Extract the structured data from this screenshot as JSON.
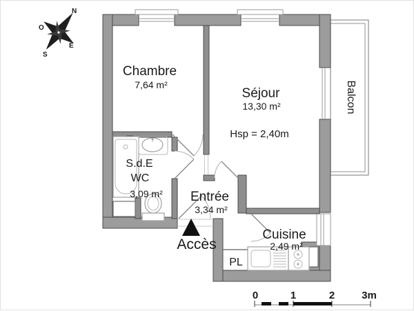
{
  "drawing": {
    "type": "apartment-floor-plan",
    "language": "fr"
  },
  "colors": {
    "wall_fill": "#9c9c9c",
    "wall_stroke": "#4a4a4a",
    "fixture_stroke": "#a0a0a0",
    "text": "#1a1a1a",
    "background": "#ffffff",
    "scale_bar_fill": "#111111"
  },
  "compass": {
    "north": "N",
    "west": "O",
    "east": "E",
    "south": "S"
  },
  "rooms": {
    "chambre": {
      "name": "Chambre",
      "area": "7,64 m²"
    },
    "sejour": {
      "name": "Séjour",
      "area": "13,30 m²",
      "ceiling_height": "Hsp = 2,40m"
    },
    "sde": {
      "name": "S.d.E",
      "name2": "WC",
      "area": "3,09 m²"
    },
    "entree": {
      "name": "Entrée",
      "area": "3,34 m²"
    },
    "cuisine": {
      "name": "Cuisine",
      "area": "2,49 m²"
    },
    "placard": {
      "abbrev": "PL"
    },
    "balcon": {
      "name": "Balcon"
    }
  },
  "access": {
    "label": "Accès"
  },
  "scale_bar": {
    "ticks": [
      "0",
      "1",
      "2",
      "3m"
    ]
  }
}
